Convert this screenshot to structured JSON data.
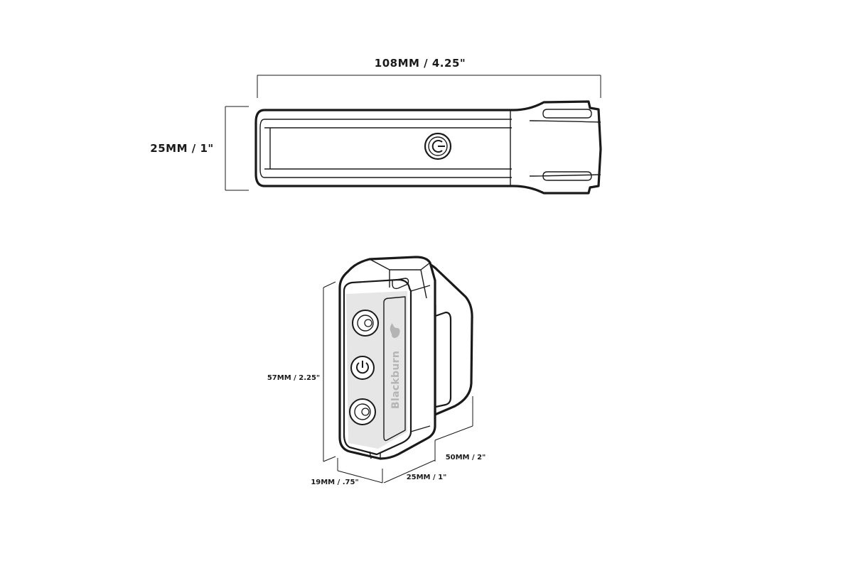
{
  "dimensions": {
    "length": "108MM / 4.25\"",
    "width": "25MM / 1\"",
    "height": "57MM / 2.25\"",
    "depth_front": "19MM / .75\"",
    "depth_bottom": "25MM / 1\"",
    "depth_side": "50MM / 2\""
  },
  "brand": "Blackburn",
  "icons": {
    "top_view_button": "power-icon",
    "front_buttons": [
      "mode-button-icon",
      "power-icon",
      "mode-button-icon"
    ],
    "brand_logo": "flame-logo-icon"
  }
}
